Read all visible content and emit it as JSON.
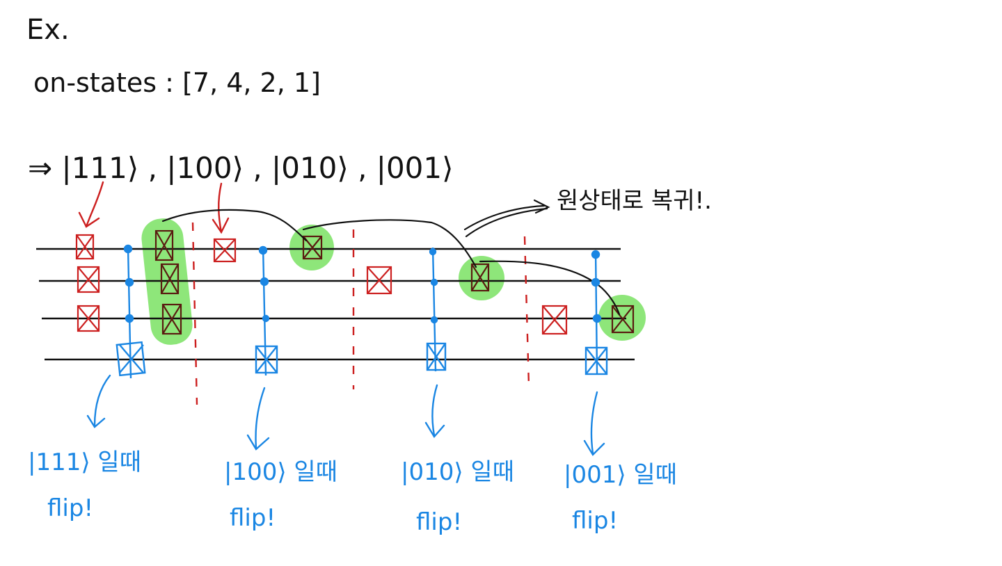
{
  "heading": "Ex.",
  "on_states_line": "on-states : [7, 4, 2, 1]",
  "basis_states_line": "⇒ |111⟩ , |100⟩ , |010⟩ , |001⟩",
  "restore_note": "원상태로 복귀!.",
  "notes": [
    {
      "line1": "|111⟩ 일때",
      "line2": "flip!"
    },
    {
      "line1": "|100⟩ 일때",
      "line2": "flip!"
    },
    {
      "line1": "|010⟩ 일때",
      "line2": "flip!"
    },
    {
      "line1": "|001⟩ 일때",
      "line2": "flip!"
    }
  ],
  "circuit": {
    "wire_count": 4,
    "blocks": [
      {
        "x_gates_on_wires": [
          0,
          1,
          2
        ],
        "uncompute_wires": []
      },
      {
        "x_gates_on_wires": [],
        "uncompute_wires": [
          0,
          1,
          2
        ]
      },
      {
        "x_gates_on_wires": [
          0
        ],
        "uncompute_wires": [
          0
        ]
      },
      {
        "x_gates_on_wires": [
          1
        ],
        "uncompute_wires": [
          1
        ]
      },
      {
        "x_gates_on_wires": [
          2
        ],
        "uncompute_wires": [
          2
        ]
      }
    ],
    "control_columns": 4,
    "colors": {
      "wire": "#111111",
      "x_gate": "#cc1f1f",
      "control": "#1a86e3",
      "highlight": "#8ee67a",
      "separator": "#cc1f1f"
    }
  }
}
